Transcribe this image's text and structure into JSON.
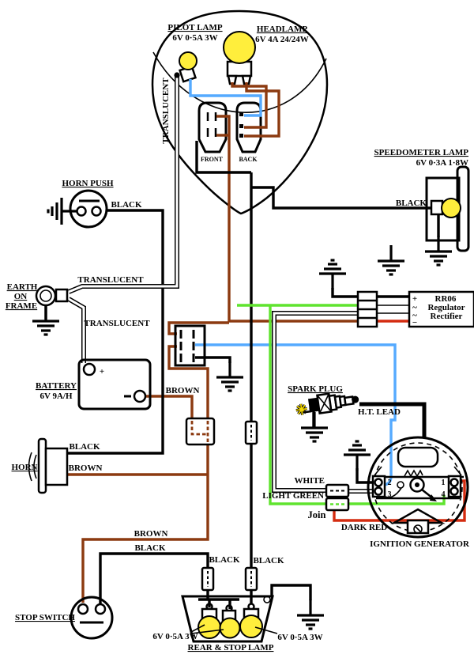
{
  "colors": {
    "black": "#000000",
    "brown": "#8c3a10",
    "blue": "#55aaff",
    "light_green": "#5fe42e",
    "red": "#d42c10",
    "bulb_yellow": "#ffee3c"
  },
  "headlamp_assembly": {
    "pilot_lamp_title": "PILOT LAMP",
    "pilot_lamp_spec": "6V 0·5A 3W",
    "headlamp_title": "HEADLAMP",
    "headlamp_spec": "6V 4A 24/24W",
    "front_switch_label": "FRONT",
    "back_switch_label": "BACK"
  },
  "speedometer_lamp": {
    "title": "SPEEDOMETER LAMP",
    "spec": "6V 0·3A 1·8W"
  },
  "horn_push": {
    "title": "HORN PUSH"
  },
  "earth_on_frame": {
    "line1": "EARTH",
    "line2": "ON",
    "line3": "FRAME"
  },
  "battery": {
    "title": "BATTERY",
    "spec": "6V 9A/H",
    "plus": "+"
  },
  "regulator": {
    "row1_symbol": "+",
    "row1_text": "RR06",
    "row2_symbol": "~",
    "row2_text": "Regulator",
    "row3_symbol": "~",
    "row3_text": "Rectifier",
    "row4_symbol": "−"
  },
  "spark_plug": {
    "title": "SPARK PLUG"
  },
  "ignition_generator": {
    "title": "IGNITION GENERATOR",
    "terminal_1": "1",
    "terminal_2": "2",
    "terminal_3": "3",
    "terminal_4": "4"
  },
  "horn": {
    "title": "HORN"
  },
  "stop_switch": {
    "title": "STOP SWITCH"
  },
  "rear_stop_lamp": {
    "title": "REAR & STOP LAMP",
    "spec_left": "6V 0·5A 3W",
    "spec_right": "6V 0·5A 3W"
  },
  "wire_labels": {
    "translucent_horizontal": "TRANSLUCENT",
    "translucent_vertical": "TRANSLUCENT",
    "translucent_battery": "TRANSLUCENT",
    "horn_push_black": "BLACK",
    "speedometer_black": "BLACK",
    "battery_brown": "BROWN",
    "horn_black": "BLACK",
    "horn_brown": "BROWN",
    "stop_brown": "BROWN",
    "stop_black": "BLACK",
    "rear_left_black": "BLACK",
    "rear_right_black": "BLACK",
    "white": "WHITE",
    "light_green": "LIGHT GREEN",
    "join": "Join",
    "dark_red": "DARK RED",
    "ht_lead": "H.T. LEAD"
  }
}
